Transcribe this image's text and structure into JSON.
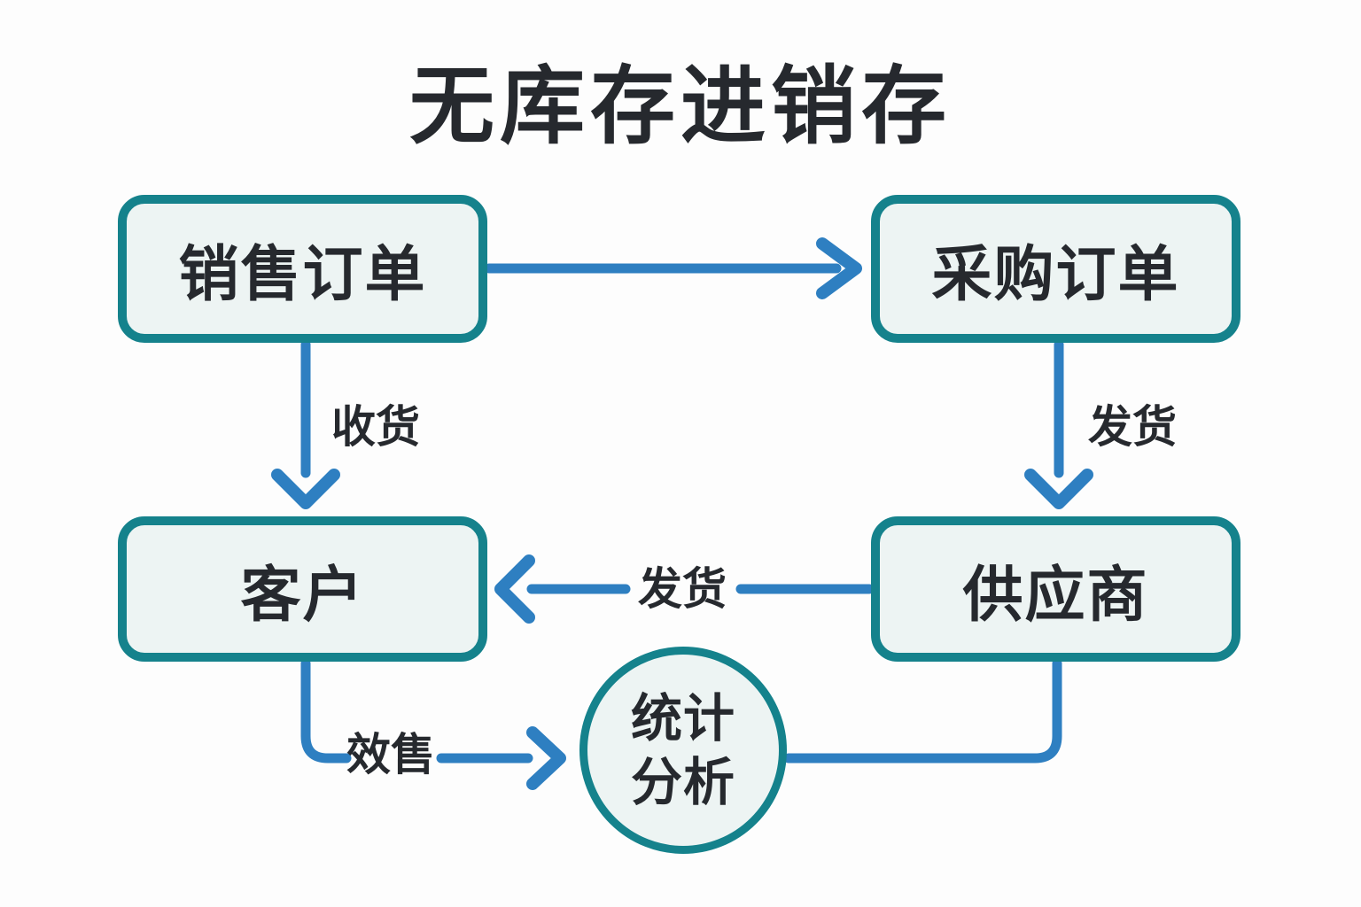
{
  "title": "无库存进销存",
  "colors": {
    "teal": "#15828c",
    "blue": "#2e7fc1",
    "ink": "#26292e",
    "node_fill": "#edf4f3",
    "canvas": "#fdfdfd"
  },
  "nodes": {
    "sales_order": {
      "label": "销售订单"
    },
    "purchase_order": {
      "label": "采购订单"
    },
    "customer": {
      "label": "客户"
    },
    "supplier": {
      "label": "供应商"
    },
    "stats": {
      "label": "统计分析",
      "lines": [
        "统计",
        "分析"
      ]
    }
  },
  "edges": {
    "sales_to_customer": {
      "label": "收货"
    },
    "purchase_to_supplier": {
      "label": "发货"
    },
    "supplier_to_customer": {
      "label": "发货"
    },
    "customer_to_stats": {
      "label": "效售"
    }
  }
}
